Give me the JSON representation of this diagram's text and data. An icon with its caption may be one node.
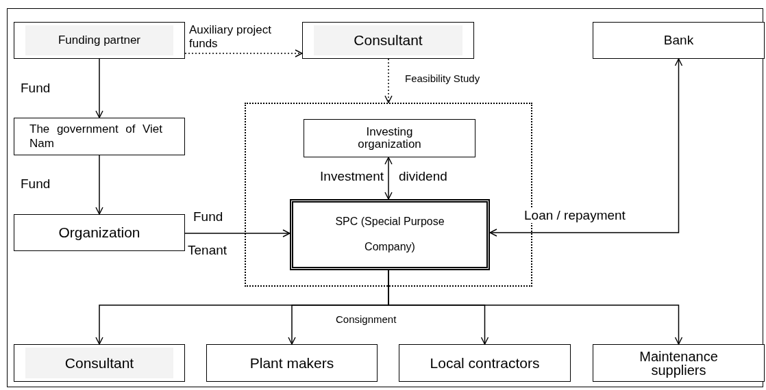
{
  "diagram": {
    "nodes": [
      {
        "text": [
          "Funding partner"
        ]
      },
      {
        "text": [
          "Consultant"
        ]
      },
      {
        "text": [
          "Bank"
        ]
      },
      {
        "text": [
          "The government of Viet Nam"
        ]
      },
      {
        "text": [
          "Organization"
        ]
      },
      {
        "text": [],
        "shape": "box"
      },
      {
        "text": [
          "Investing organization"
        ],
        "in": 5
      },
      {
        "text": [
          "SPC (Special Purpose Company)"
        ],
        "in": 5
      },
      {
        "text": [
          "Consultant"
        ]
      },
      {
        "text": [
          "Plant makers"
        ]
      },
      {
        "text": [
          "Local contractors"
        ]
      },
      {
        "text": [
          "Maintenance suppliers"
        ]
      }
    ],
    "edges": [
      {
        "from": 0,
        "to": 1,
        "arrow": "to",
        "label": "Auxiliary project funds",
        "style": "dashed"
      },
      {
        "from": 1,
        "to": 5,
        "arrow": "to",
        "label": "Feasibility Study",
        "style": "dashed"
      },
      {
        "from": 0,
        "to": 3,
        "arrow": "to",
        "label": "Fund"
      },
      {
        "from": 3,
        "to": 4,
        "arrow": "to",
        "label": "Fund"
      },
      {
        "from": 4,
        "to": 7,
        "arrow": "to",
        "label": "Fund"
      },
      {
        "from": 6,
        "to": 7,
        "arrow": "both",
        "label": "Investment"
      },
      {
        "from": 2,
        "to": 7,
        "arrow": "both",
        "label": "Loan / repayment"
      },
      {
        "from": 7,
        "to": 8,
        "arrow": "to",
        "label": "Consignment"
      },
      {
        "from": 7,
        "to": 9,
        "arrow": "to"
      },
      {
        "from": 7,
        "to": 10,
        "arrow": "to"
      },
      {
        "from": 7,
        "to": 11,
        "arrow": "to"
      }
    ],
    "labels": [
      "Tenant",
      "dividend"
    ]
  }
}
